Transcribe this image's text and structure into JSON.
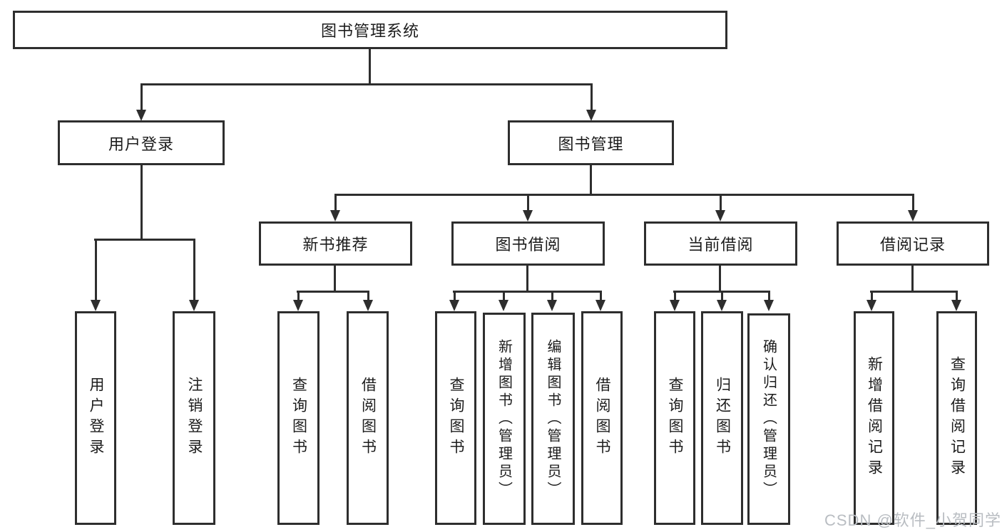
{
  "diagram": {
    "root": {
      "label": "图书管理系统"
    },
    "level2": [
      {
        "label": "用户登录"
      },
      {
        "label": "图书管理"
      }
    ],
    "level3": [
      {
        "label": "新书推荐"
      },
      {
        "label": "图书借阅"
      },
      {
        "label": "当前借阅"
      },
      {
        "label": "借阅记录"
      }
    ],
    "leaves": {
      "login": [
        "用户登录",
        "注销登录"
      ],
      "new_book": [
        "查询图书",
        "借阅图书"
      ],
      "book_borrow": [
        "查询图书",
        "新增图书（管理员）",
        "编辑图书（管理员）",
        "借阅图书"
      ],
      "current_borrow": [
        "查询图书",
        "归还图书",
        "确认归还（管理员）"
      ],
      "borrow_records": [
        "新增借阅记录",
        "查询借阅记录"
      ]
    },
    "watermark": "CSDN @软件_小贺同学",
    "colors": {
      "line": "#2e2e2e",
      "text": "#1c1c1c",
      "watermark": "#b9bdc2",
      "background": "#ffffff"
    }
  }
}
